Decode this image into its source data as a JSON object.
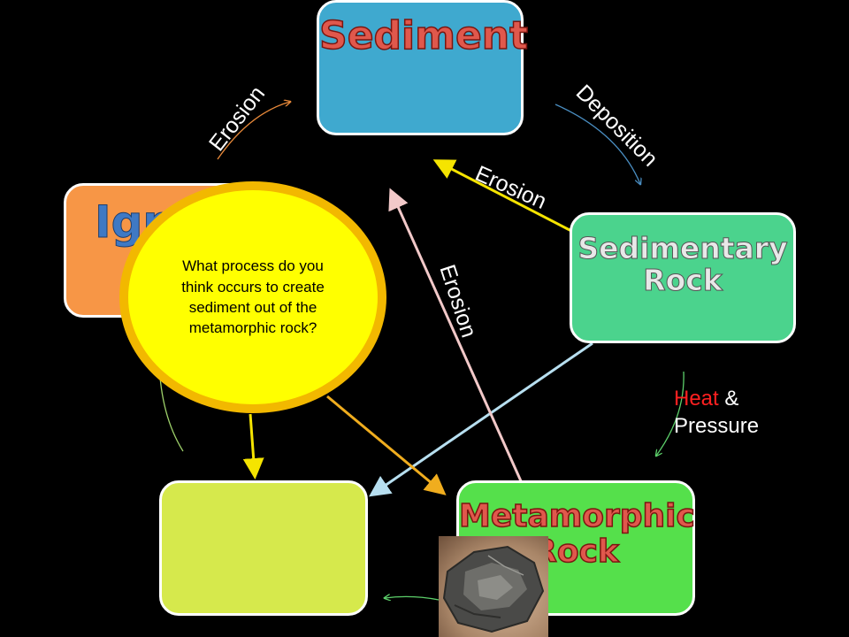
{
  "nodes": {
    "sediment": {
      "title": "Sediment",
      "fill": "#3fa9cf"
    },
    "igneous": {
      "title": "Igneous",
      "fill": "#f79646"
    },
    "sedimentary": {
      "title": "Sedimentary Rock",
      "fill": "#4bd38d"
    },
    "magma": {
      "title": "",
      "fill": "#d6e94c"
    },
    "metamorphic": {
      "title": "Metamorphic Rock",
      "fill": "#55e04b"
    }
  },
  "labels": {
    "erosion_top_left": "Erosion",
    "deposition": "Deposition",
    "erosion_middle": "Erosion",
    "erosion_center": "Erosion",
    "heat_word": "Heat",
    "heat_rest": " &",
    "pressure": "Pressure"
  },
  "callout": {
    "text": "What process do you think occurs to create sediment out of the metamorphic rock?"
  },
  "photo": {
    "icon": "metamorphic-rock-photo"
  },
  "colors": {
    "background": "#000000",
    "arrow_yellow": "#f5e400",
    "arrow_lightblue": "#b7dff0",
    "arrow_pink": "#f2c9c9",
    "arrow_gold": "#f0ad1e",
    "heat_red": "#ff2020"
  }
}
